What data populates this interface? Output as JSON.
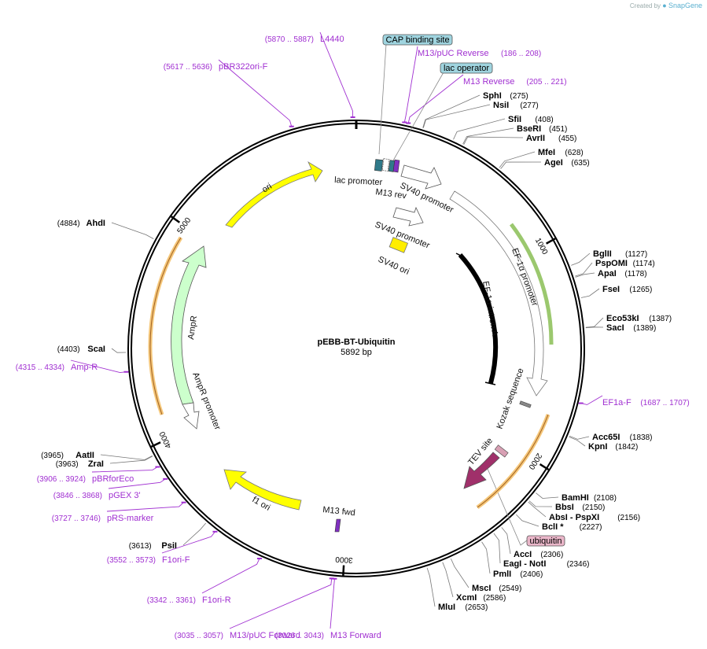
{
  "credit": {
    "prefix": "Created by",
    "brand": "SnapGene"
  },
  "plasmid": {
    "name": "pEBB-BT-Ubiquitin",
    "size_label": "5892 bp",
    "length": 5892
  },
  "ticks": [
    {
      "label": "1000",
      "bp": 1000
    },
    {
      "label": "2000",
      "bp": 2000
    },
    {
      "label": "3000",
      "bp": 3000
    },
    {
      "label": "4000",
      "bp": 4000
    },
    {
      "label": "5000",
      "bp": 5000
    }
  ],
  "sites": [
    {
      "name": "SphI",
      "pos": "(275)",
      "bp": 275
    },
    {
      "name": "NsiI",
      "pos": "(277)",
      "bp": 277
    },
    {
      "name": "SfiI",
      "pos": "(408)",
      "bp": 408
    },
    {
      "name": "BseRI",
      "pos": "(451)",
      "bp": 451
    },
    {
      "name": "AvrII",
      "pos": "(455)",
      "bp": 455
    },
    {
      "name": "MfeI",
      "pos": "(628)",
      "bp": 628
    },
    {
      "name": "AgeI",
      "pos": "(635)",
      "bp": 635
    },
    {
      "name": "BglII",
      "pos": "(1127)",
      "bp": 1127
    },
    {
      "name": "PspOMI",
      "pos": "(1174)",
      "bp": 1174
    },
    {
      "name": "ApaI",
      "pos": "(1178)",
      "bp": 1178
    },
    {
      "name": "FseI",
      "pos": "(1265)",
      "bp": 1265
    },
    {
      "name": "Eco53kI",
      "pos": "(1387)",
      "bp": 1387
    },
    {
      "name": "SacI",
      "pos": "(1389)",
      "bp": 1389
    },
    {
      "name": "Acc65I",
      "pos": "(1838)",
      "bp": 1838
    },
    {
      "name": "KpnI",
      "pos": "(1842)",
      "bp": 1842
    },
    {
      "name": "BamHI",
      "pos": "(2108)",
      "bp": 2108
    },
    {
      "name": "BbsI",
      "pos": "(2150)",
      "bp": 2150
    },
    {
      "name": "AbsI - PspXI",
      "pos": "(2156)",
      "bp": 2156
    },
    {
      "name": "BclI *",
      "pos": "(2227)",
      "bp": 2227
    },
    {
      "name": "AccI",
      "pos": "(2306)",
      "bp": 2306
    },
    {
      "name": "EagI - NotI",
      "pos": "(2346)",
      "bp": 2346
    },
    {
      "name": "PmlI",
      "pos": "(2406)",
      "bp": 2406
    },
    {
      "name": "MscI",
      "pos": "(2549)",
      "bp": 2549
    },
    {
      "name": "XcmI",
      "pos": "(2586)",
      "bp": 2586
    },
    {
      "name": "MluI",
      "pos": "(2653)",
      "bp": 2653
    },
    {
      "name": "PsiI",
      "pos": "(3613)",
      "bp": 3613
    },
    {
      "name": "ZraI",
      "pos": "(3963)",
      "bp": 3963
    },
    {
      "name": "AatII",
      "pos": "(3965)",
      "bp": 3965
    },
    {
      "name": "ScaI",
      "pos": "(4403)",
      "bp": 4403
    },
    {
      "name": "AhdI",
      "pos": "(4884)",
      "bp": 4884
    }
  ],
  "primers": [
    {
      "name": "L4440",
      "pos": "(5870 .. 5887)",
      "bp": 5878
    },
    {
      "name": "pBR322ori-F",
      "pos": "(5617 .. 5636)",
      "bp": 5626
    },
    {
      "name": "M13/pUC Reverse",
      "pos": "(186 .. 208)",
      "bp": 197
    },
    {
      "name": "M13 Reverse",
      "pos": "(205 .. 221)",
      "bp": 213
    },
    {
      "name": "EF1a-F",
      "pos": "(1687 .. 1707)",
      "bp": 1697
    },
    {
      "name": "M13 Forward",
      "pos": "(3026 .. 3043)",
      "bp": 3034
    },
    {
      "name": "M13/pUC Forward",
      "pos": "(3035 .. 3057)",
      "bp": 3046
    },
    {
      "name": "F1ori-R",
      "pos": "(3342 .. 3361)",
      "bp": 3351
    },
    {
      "name": "F1ori-F",
      "pos": "(3552 .. 3573)",
      "bp": 3562
    },
    {
      "name": "pRS-marker",
      "pos": "(3727 .. 3746)",
      "bp": 3736
    },
    {
      "name": "pGEX 3'",
      "pos": "(3846 .. 3868)",
      "bp": 3857
    },
    {
      "name": "pBRforEco",
      "pos": "(3906 .. 3924)",
      "bp": 3915
    },
    {
      "name": "Amp-R",
      "pos": "(4315 .. 4334)",
      "bp": 4324
    }
  ],
  "boxed_features": [
    {
      "name": "CAP binding site",
      "color": "#9fd4df"
    },
    {
      "name": "lac operator",
      "color": "#9fd4df"
    },
    {
      "name": "ubiquitin",
      "color": "#eab6c9"
    }
  ],
  "features": [
    {
      "name": "ori",
      "color": "#ffff00"
    },
    {
      "name": "AmpR",
      "color": "#ccffcc"
    },
    {
      "name": "AmpR promoter",
      "color": "#ffffff"
    },
    {
      "name": "f1 ori",
      "color": "#ffff00"
    },
    {
      "name": "lac promoter",
      "color": "#2f7a8a"
    },
    {
      "name": "M13 rev",
      "color": "#8030c0"
    },
    {
      "name": "SV40 promoter",
      "color": "#ffffff"
    },
    {
      "name": "SV40 promoter",
      "color": "#ffffff"
    },
    {
      "name": "SV40 ori",
      "color": "#ffee00"
    },
    {
      "name": "EF-1α promoter",
      "color": "#ffffff"
    },
    {
      "name": "EF-1α intron A",
      "color": "#000000"
    },
    {
      "name": "Kozak sequence",
      "color": "#888888"
    },
    {
      "name": "TEV site",
      "color": "#d8a0b4"
    },
    {
      "name": "M13 fwd",
      "color": "#8030c0"
    }
  ],
  "colors": {
    "primer": "#a02fd1",
    "ubiquitin_arrow": "#a0306a",
    "orange_highlight": "#f5c77a",
    "green_highlight": "#70b030"
  }
}
